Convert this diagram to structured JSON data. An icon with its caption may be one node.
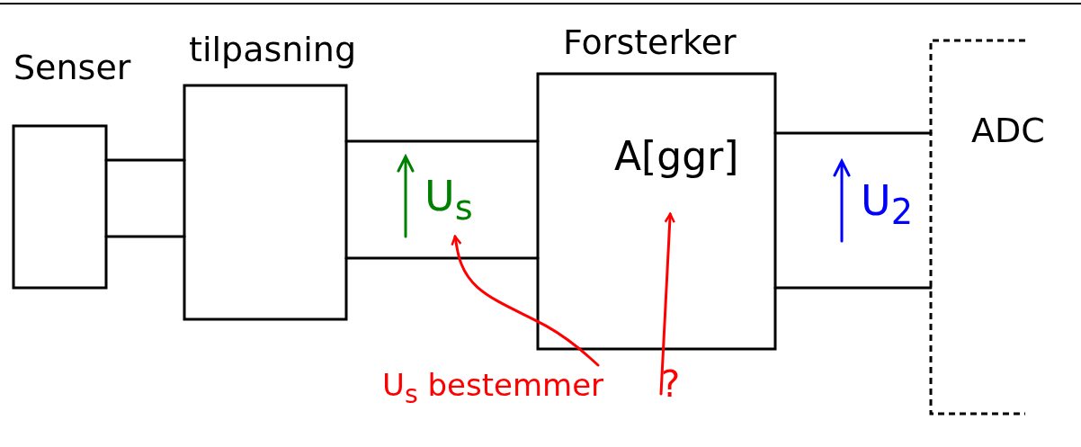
{
  "diagram": {
    "nodes": [
      {
        "text": [
          "Senser"
        ]
      },
      {
        "text": [
          "tilpasning"
        ]
      },
      {
        "text": [
          "Forsterker"
        ]
      },
      {
        "text": [
          "A[ggr]"
        ],
        "in": 2
      },
      {
        "text": [
          "ADC"
        ]
      },
      {
        "text": [
          "U$_{s}$"
        ]
      },
      {
        "text": [
          "U$_{2}$"
        ]
      },
      {
        "text": [
          "U$_{s}$ bestemmer"
        ]
      },
      {
        "text": [
          "?"
        ]
      }
    ],
    "edges": [
      {
        "from": 0,
        "to": 1,
        "arrow": "none"
      },
      {
        "from": 0,
        "to": 1,
        "arrow": "none"
      },
      {
        "from": 1,
        "to": 2,
        "arrow": "none"
      },
      {
        "from": 1,
        "to": 2,
        "arrow": "none"
      },
      {
        "from": 2,
        "to": 4,
        "arrow": "none"
      },
      {
        "from": 2,
        "to": 4,
        "arrow": "none"
      },
      {
        "from": 7,
        "to": 5,
        "arrow": "to",
        "color": "#ff0000"
      },
      {
        "from": 8,
        "to": 3,
        "arrow": "to",
        "color": "#ff0000"
      }
    ]
  }
}
